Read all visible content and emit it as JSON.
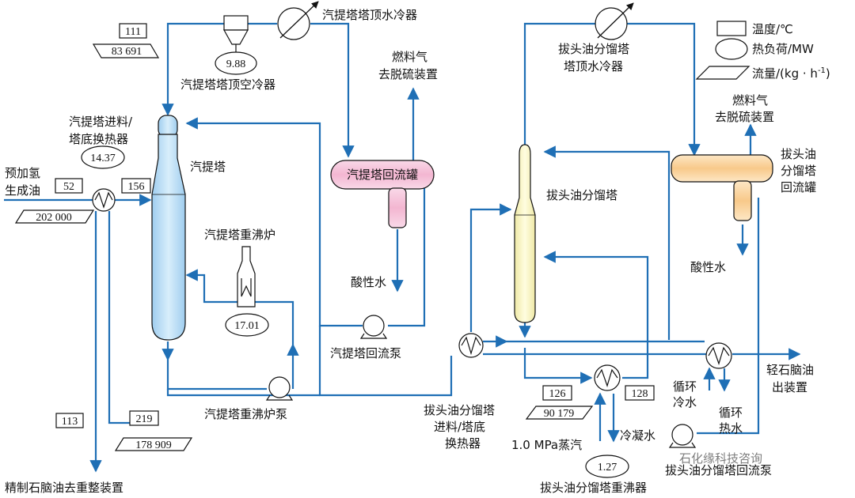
{
  "labels": {
    "stripper_top_water_cooler": "汽提塔塔顶水冷器",
    "stripper_top_air_cooler": "汽提塔塔顶空冷器",
    "fuel_gas_1a": "燃料气",
    "fuel_gas_1b": "去脱硫装置",
    "topping_top_water_cooler_a": "拔头油分馏塔",
    "topping_top_water_cooler_b": "塔顶水冷器",
    "legend_temp": "温度/℃",
    "legend_heat": "热负荷/MW",
    "legend_flow": "流量/(kg · h",
    "legend_flow_sup": "-1",
    "legend_flow_end": ")",
    "fuel_gas_2a": "燃料气",
    "fuel_gas_2b": "去脱硫装置",
    "stripper_feed_hx_a": "汽提塔进料/",
    "stripper_feed_hx_b": "塔底换热器",
    "stripper": "汽提塔",
    "stripper_reflux_drum": "汽提塔回流罐",
    "topping_column": "拔头油分馏塔",
    "topping_reflux_drum_a": "拔头油",
    "topping_reflux_drum_b": "分馏塔",
    "topping_reflux_drum_c": "回流罐",
    "prehydro_oil_a": "预加氢",
    "prehydro_oil_b": "生成油",
    "stripper_reboiler_furnace": "汽提塔重沸炉",
    "sour_water_1": "酸性水",
    "sour_water_2": "酸性水",
    "stripper_reflux_pump": "汽提塔回流泵",
    "light_naphtha_a": "轻石脑油",
    "light_naphtha_b": "出装置",
    "circ_cold_a": "循环",
    "circ_cold_b": "冷水",
    "circ_hot_a": "循环",
    "circ_hot_b": "热水",
    "stripper_reboiler_pump": "汽提塔重沸炉泵",
    "topping_feed_hx_a": "拔头油分馏塔",
    "topping_feed_hx_b": "进料/塔底",
    "topping_feed_hx_c": "换热器",
    "condensate": "冷凝水",
    "steam": "1.0 MPa蒸汽",
    "topping_reflux_pump": "拔头油分馏塔回流泵",
    "reformate_feed": "精制石脑油去重整装置",
    "topping_reboiler": "拔头油分馏塔重沸器",
    "watermark": "石化缘科技咨询"
  },
  "values": {
    "t_111": "111",
    "f_83691": "83 691",
    "q_9_88": "9.88",
    "q_14_37": "14.37",
    "t_52": "52",
    "t_156": "156",
    "f_202000": "202 000",
    "q_17_01": "17.01",
    "t_113": "113",
    "t_219": "219",
    "f_178909": "178 909",
    "t_126": "126",
    "t_128": "128",
    "f_90179": "90 179",
    "q_1_27": "1.27"
  },
  "colors": {
    "pipe": "#1f6fb5",
    "stripper_fill": "#bfe0f7",
    "reflux_drum_fill": "#f7c9df",
    "topping_column_fill": "#fbf7c4",
    "topping_drum_fill": "#fcd9a8"
  }
}
